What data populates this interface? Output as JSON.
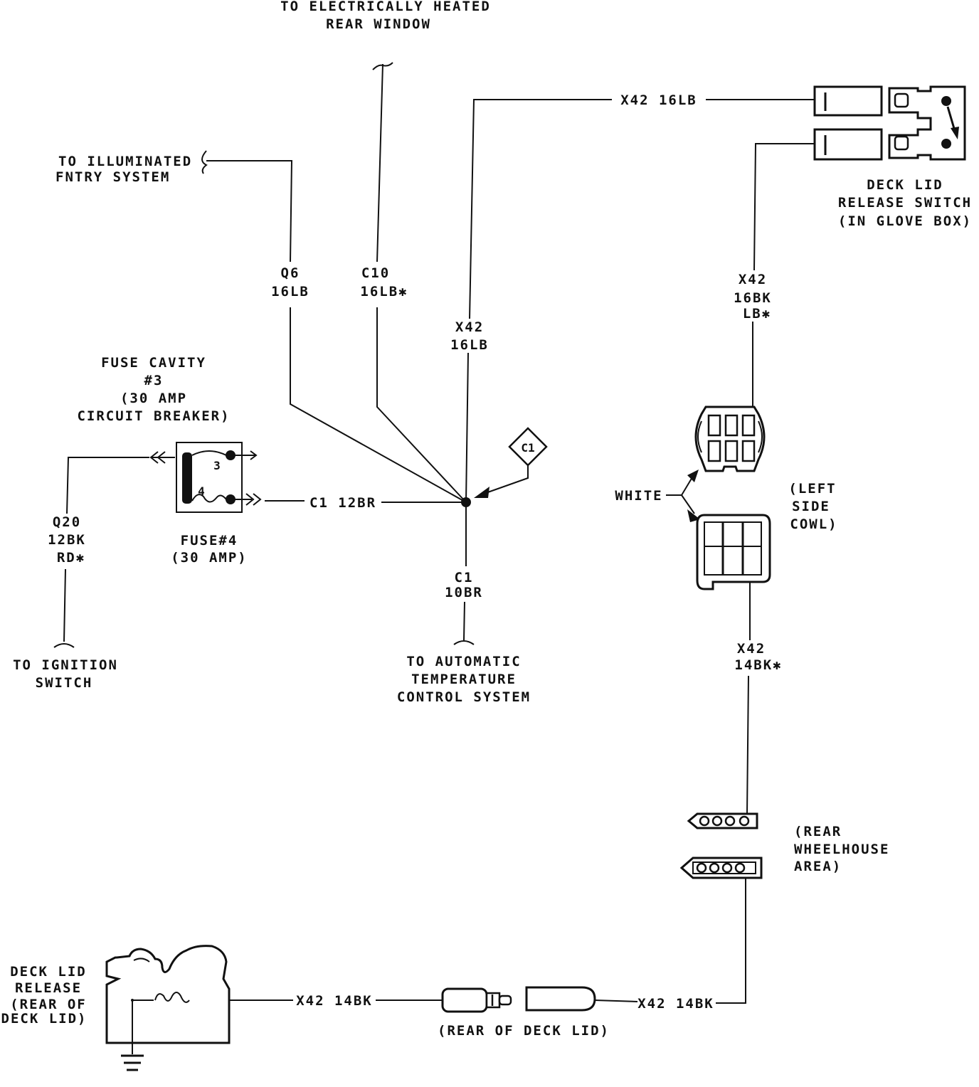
{
  "labels": {
    "heated_window": [
      "TO ELECTRICALLY HEATED",
      "REAR WINDOW"
    ],
    "illuminated_entry": [
      "TO ILLUMINATED",
      "FNTRY SYSTEM"
    ],
    "q6_wire": [
      "Q6",
      "16LB"
    ],
    "c10_wire": [
      "C10",
      "16LB✱"
    ],
    "x42_vert_wire": [
      "X42",
      "16LB"
    ],
    "x42_top_wire": "X42 16LB",
    "fuse_cavity": [
      "FUSE CAVITY",
      "#3",
      "(30 AMP",
      "CIRCUIT BREAKER)"
    ],
    "fuse_pin_3": "3",
    "fuse_pin_4": "4",
    "fuse4": [
      "FUSE#4",
      "(30 AMP)"
    ],
    "q20_wire": [
      "Q20",
      "12BK",
      "RD✱"
    ],
    "ignition": [
      "TO IGNITION",
      "SWITCH"
    ],
    "c1_horiz_wire": "C1 12BR",
    "splice_c1": "C1",
    "c1_down_wire": [
      "C1",
      "10BR"
    ],
    "atc": [
      "TO AUTOMATIC",
      "TEMPERATURE",
      "CONTROL SYSTEM"
    ],
    "deck_switch": [
      "DECK LID",
      "RELEASE SWITCH",
      "(IN GLOVE BOX)"
    ],
    "x42_switch_wire": [
      "X42",
      "16BK",
      "LB✱"
    ],
    "white": "WHITE",
    "left_cowl": [
      "(LEFT",
      "SIDE",
      "COWL)"
    ],
    "x42_cowl_wire": [
      "X42",
      "14BK✱"
    ],
    "rear_wheelhouse": [
      "(REAR",
      "WHEELHOUSE",
      "AREA)"
    ],
    "deck_release": [
      "DECK LID",
      "RELEASE",
      "(REAR OF",
      "DECK LID)"
    ],
    "x42_bottom_left": "X42 14BK",
    "x42_bottom_right": "X42 14BK",
    "rear_deck_lid": "(REAR OF DECK LID)"
  }
}
